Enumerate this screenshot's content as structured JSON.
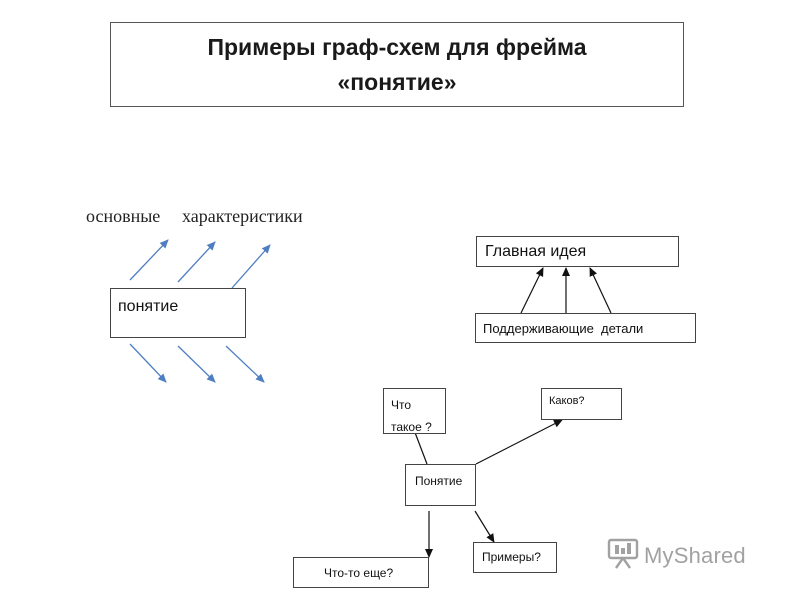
{
  "title": "Примеры граф-схем для фрейма\n«понятие»",
  "diagram1": {
    "caption_left": "основные",
    "caption_right": "характеристики",
    "box_label": "понятие"
  },
  "diagram2": {
    "top_box": "Главная идея",
    "bottom_box": "Поддерживающие  детали"
  },
  "diagram3": {
    "what_box": "Что\nтакое ?",
    "how_box": "Каков?",
    "center_box": "Понятие",
    "else_box": "Что-то еще?",
    "examples_box": "Примеры?"
  },
  "watermark": {
    "text": "MyShared",
    "icon": "presentation-board-icon"
  },
  "colors": {
    "blue_arrow": "#4f7fc2",
    "black_arrow": "#111111",
    "border": "#444444"
  }
}
